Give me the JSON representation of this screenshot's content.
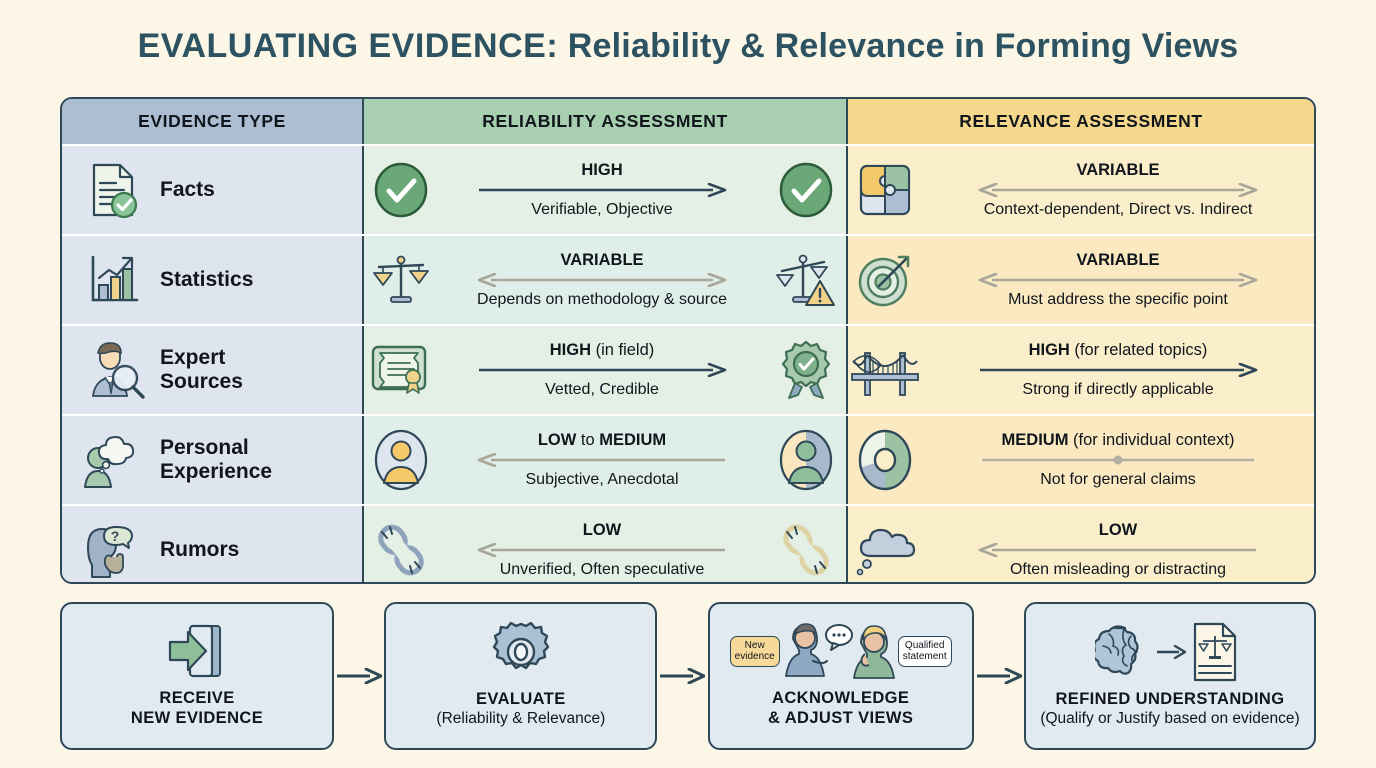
{
  "title": {
    "strong": "EVALUATING EVIDENCE:",
    "rest": " Reliability & Relevance in Forming Views"
  },
  "colors": {
    "background": "#fbf6e6",
    "title": "#2d5261",
    "border": "#2f4858",
    "header_evidence": "#aebed2",
    "header_reliability": "#a9cfb1",
    "header_relevance": "#f5d88c",
    "cell_evidence": "#dfe5ee",
    "cell_reliability": "#e4efe5",
    "cell_relevance": "#fbeecb",
    "arrow_dark": "#2f4858",
    "arrow_grey": "#a9a79a",
    "green": "#5a9e6a",
    "blue": "#8aa8c8",
    "yellow": "#f2c96a"
  },
  "matrix": {
    "headers": [
      {
        "label": "EVIDENCE TYPE",
        "icon": "table-header-icon"
      },
      {
        "label": "RELIABILITY ASSESSMENT",
        "icon": "table-header-icon"
      },
      {
        "label": "RELEVANCE ASSESSMENT",
        "icon": "table-header-icon"
      }
    ],
    "rows": [
      {
        "type": "Facts",
        "type_icon": "document-check-icon",
        "reliability": {
          "icon_left": "check-circle-icon",
          "icon_right": "check-circle-icon",
          "level": "HIGH",
          "qualifier": "",
          "detail": "Verifiable, Objective",
          "arrow": "right-dark"
        },
        "relevance": {
          "icon_left": "puzzle-icon",
          "icon_right": "",
          "level": "VARIABLE",
          "qualifier": "",
          "detail": "Context-dependent, Direct vs. Indirect",
          "arrow": "double-grey"
        }
      },
      {
        "type": "Statistics",
        "type_icon": "bar-chart-trend-icon",
        "reliability": {
          "icon_left": "balance-scale-icon",
          "icon_right": "scale-warning-icon",
          "level": "VARIABLE",
          "qualifier": "",
          "detail": "Depends on methodology & source",
          "arrow": "double-grey"
        },
        "relevance": {
          "icon_left": "target-arrow-icon",
          "icon_right": "",
          "level": "VARIABLE",
          "qualifier": "",
          "detail": "Must address the specific point",
          "arrow": "double-grey"
        }
      },
      {
        "type": "Expert\nSources",
        "type_line1": "Expert",
        "type_line2": "Sources",
        "type_icon": "expert-magnifier-icon",
        "reliability": {
          "icon_left": "certificate-icon",
          "icon_right": "award-badge-icon",
          "level": "HIGH",
          "qualifier": " (in field)",
          "detail": "Vetted, Credible",
          "arrow": "right-dark"
        },
        "relevance": {
          "icon_left": "bridge-icon",
          "icon_right": "",
          "level": "HIGH",
          "qualifier": " (for related topics)",
          "detail": "Strong if directly applicable",
          "arrow": "right-dark"
        }
      },
      {
        "type": "Personal\nExperience",
        "type_line1": "Personal",
        "type_line2": "Experience",
        "type_icon": "person-thought-bubble-icon",
        "reliability": {
          "icon_left": "avatar-circle-icon",
          "icon_right": "avatar-split-icon",
          "level": "LOW",
          "level_mid": " to ",
          "level2": "MEDIUM",
          "qualifier": "",
          "detail": "Subjective, Anecdotal",
          "arrow": "left-grey"
        },
        "relevance": {
          "icon_left": "donut-chart-icon",
          "icon_right": "",
          "level": "MEDIUM",
          "qualifier": " (for individual context)",
          "detail": "Not for general claims",
          "arrow": "line-dot-grey"
        }
      },
      {
        "type": "Rumors",
        "type_icon": "whisper-question-icon",
        "reliability": {
          "icon_left": "broken-chain-icon",
          "icon_right": "broken-chain-yellow-icon",
          "level": "LOW",
          "qualifier": "",
          "detail": "Unverified, Often speculative",
          "arrow": "left-grey"
        },
        "relevance": {
          "icon_left": "thought-cloud-icon",
          "icon_right": "",
          "level": "LOW",
          "qualifier": "",
          "detail": "Often misleading or distracting",
          "arrow": "left-grey"
        }
      }
    ]
  },
  "flow": {
    "steps": [
      {
        "icon": "import-document-arrow-icon",
        "label_line1": "RECEIVE",
        "label_line2": "NEW EVIDENCE",
        "sub": ""
      },
      {
        "icon": "gear-icon",
        "label_line1": "EVALUATE",
        "label_line2": "",
        "sub": "(Reliability & Relevance)"
      },
      {
        "icon": "two-people-discussion-icon",
        "label_line1": "ACKNOWLEDGE",
        "label_line2": "& ADJUST VIEWS",
        "sub": "",
        "bubble_left": "New\nevidence",
        "bubble_left_l1": "New",
        "bubble_left_l2": "evidence",
        "bubble_right_l1": "Qualified",
        "bubble_right_l2": "statement"
      },
      {
        "icon": "brain-to-document-icon",
        "label_line1": "REFINED UNDERSTANDING",
        "label_line2": "",
        "sub": "(Qualify or Justify based on evidence)"
      }
    ],
    "connector_icon": "arrow-right-icon"
  }
}
